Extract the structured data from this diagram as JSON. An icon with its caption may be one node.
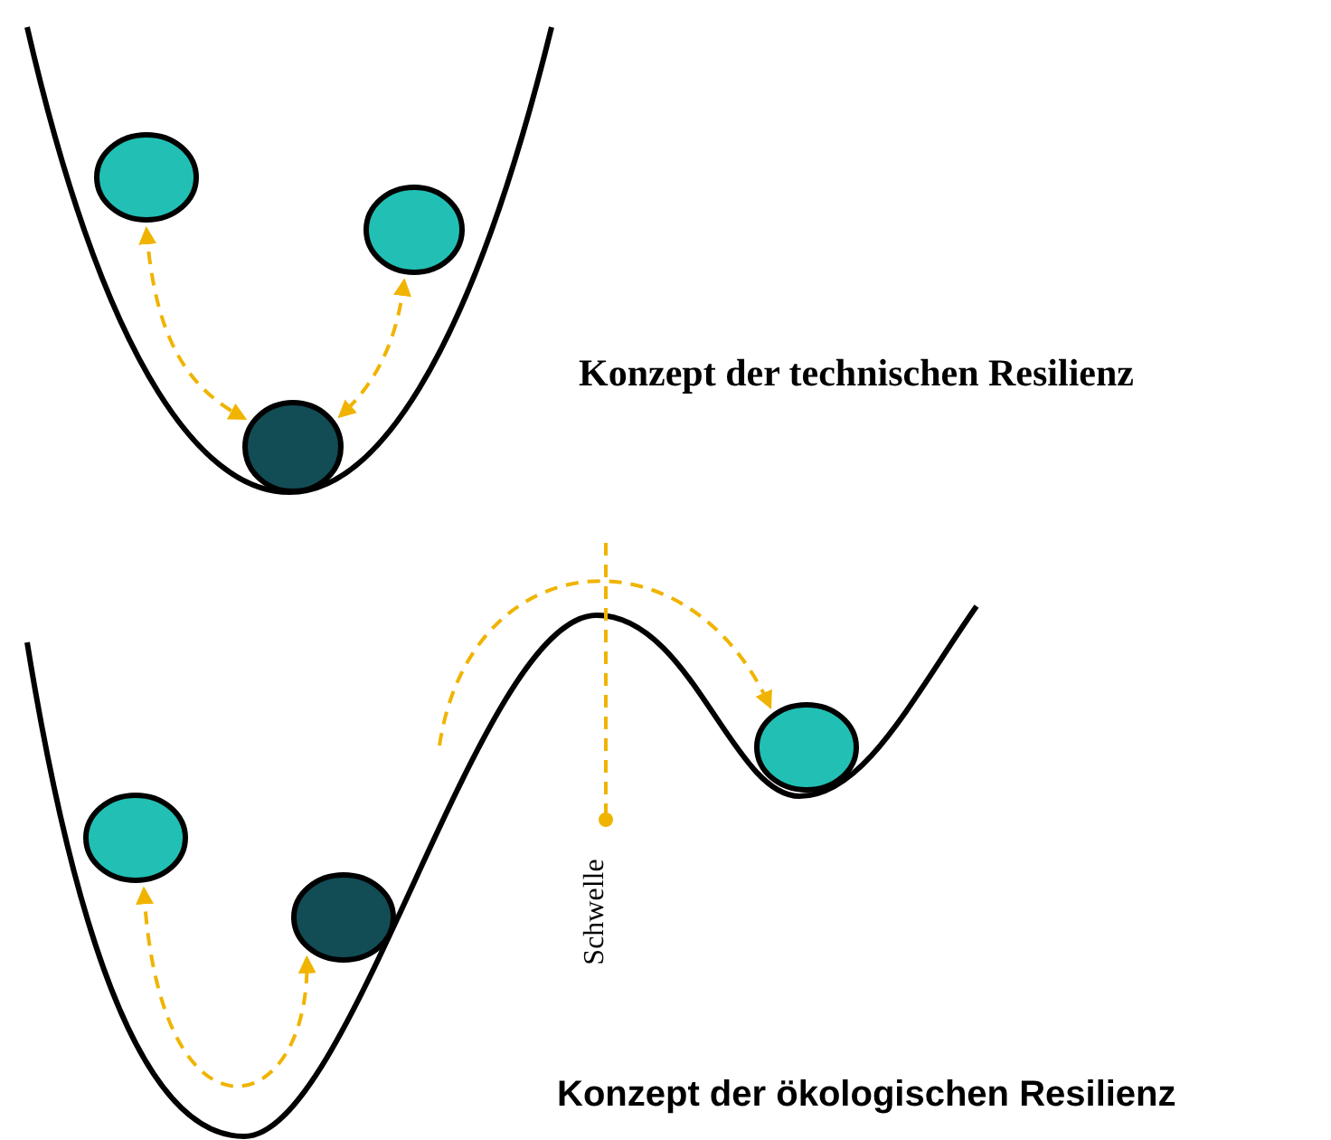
{
  "diagram": {
    "nodes": [
      {
        "text": [],
        "shape": "circle"
      },
      {
        "text": [],
        "shape": "circle"
      },
      {
        "text": [],
        "shape": "circle"
      },
      {
        "text": [],
        "shape": "circle"
      },
      {
        "text": [],
        "shape": "circle"
      },
      {
        "text": [],
        "shape": "circle"
      }
    ],
    "edges": [
      {
        "from": 0,
        "to": 2,
        "arrow": "both",
        "style": "dashed",
        "color": "#f0b400"
      },
      {
        "from": 1,
        "to": 2,
        "arrow": "both",
        "style": "dashed",
        "color": "#f0b400"
      },
      {
        "from": 3,
        "to": 4,
        "arrow": "both",
        "style": "dashed",
        "color": "#f0b400"
      },
      {
        "from": null,
        "to": 5,
        "arrow": "to",
        "style": "dashed",
        "color": "#f0b400"
      }
    ],
    "labels": [
      "Konzept der technischen Resilienz",
      "Schwelle",
      "Konzept der ökologischen Resilienz"
    ]
  }
}
